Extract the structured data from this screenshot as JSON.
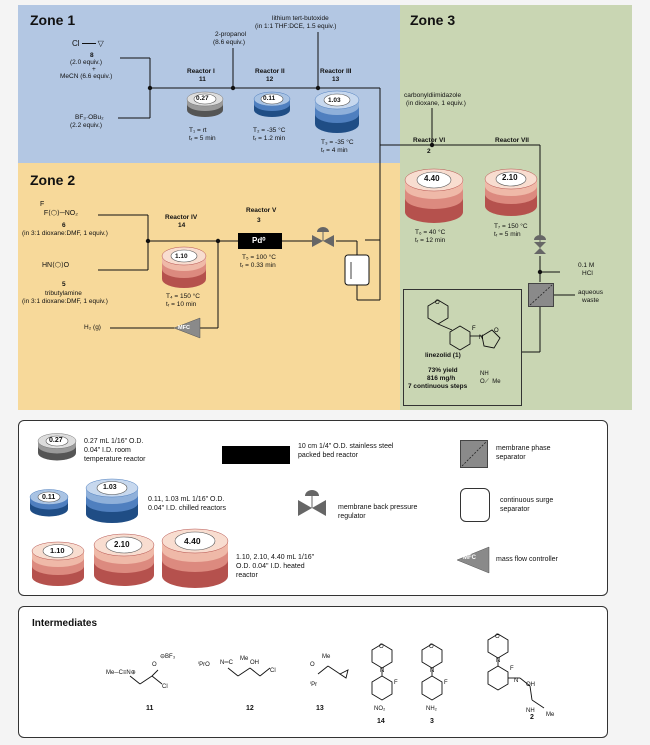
{
  "zones": {
    "zone1": {
      "title": "Zone 1",
      "color": "#b3c7e3"
    },
    "zone2": {
      "title": "Zone 2",
      "color": "#f7d99a"
    },
    "zone3": {
      "title": "Zone 3",
      "color": "#c9d6b3"
    }
  },
  "reagents": {
    "compound8_num": "8",
    "compound8_eq": "(2.0 equiv.)",
    "plus": "+",
    "mecn": "MeCN (6.6 equiv.)",
    "bf3": "BF₃·OBu₂",
    "bf3_eq": "(2.2 equiv.)",
    "propanol": "2-propanol",
    "propanol_eq": "(8.6 equiv.)",
    "tbuoli": "lithium tert-butoxide",
    "tbuoli_eq": "(in 1:1 THF:DCE, 1.5 equiv.)",
    "cdi": "carbonyldiimidazole",
    "cdi_eq": "(in dioxane, 1 equiv.)",
    "compound6_num": "6",
    "compound6_eq": "(in 3:1 dioxane:DMF, 1 equiv.)",
    "compound5_num": "5",
    "tributylamine": "tributylamine",
    "tributylamine_eq": "(in 3:1 dioxane:DMF, 1 equiv.)",
    "h2": "H₂ (g)",
    "hcl": "0.1 M",
    "hcl2": "HCl",
    "aq_waste": "aqueous",
    "aq_waste2": "waste"
  },
  "reactors": {
    "r1": {
      "name": "Reactor I",
      "num": "11",
      "vol": "0.27",
      "cond1": "T₁ = rt",
      "cond2": "tᵣ = 5 min"
    },
    "r2": {
      "name": "Reactor II",
      "num": "12",
      "vol": "0.11",
      "cond1": "T₂ = -35 °C",
      "cond2": "tᵣ = 1.2 min"
    },
    "r3": {
      "name": "Reactor III",
      "num": "13",
      "vol": "1.03",
      "cond1": "T₃ = -35 °C",
      "cond2": "tᵣ = 4 min"
    },
    "r4": {
      "name": "Reactor IV",
      "num": "14",
      "vol": "1.10",
      "cond1": "T₄ = 150 °C",
      "cond2": "tᵣ = 10 min"
    },
    "r5": {
      "name": "Reactor V",
      "num": "3",
      "label": "Pd⁰",
      "cond1": "T₅ = 100 °C",
      "cond2": "tᵣ = 0.33 min"
    },
    "r6": {
      "name": "Reactor VI",
      "num": "2",
      "vol": "4.40",
      "cond1": "T₆ = 40 °C",
      "cond2": "tᵣ = 12 min"
    },
    "r7": {
      "name": "Reactor VII",
      "vol": "2.10",
      "cond1": "T₇ = 150 °C",
      "cond2": "tᵣ = 5 min"
    }
  },
  "mfc": "MFC",
  "product": {
    "name": "linezolid (1)",
    "yield": "73% yield",
    "rate": "816 mg/h",
    "steps": "7 continuous steps"
  },
  "legend": {
    "rt_vol": "0.27",
    "rt_text1": "0.27 mL 1/16\" O.D.",
    "rt_text2": "0.04\" I.D. room",
    "rt_text3": "temperature reactor",
    "chill_vol1": "0.11",
    "chill_vol2": "1.03",
    "chill_text1": "0.11, 1.03 mL 1/16\" O.D.",
    "chill_text2": "0.04\" I.D. chilled reactors",
    "heat_vol1": "1.10",
    "heat_vol2": "2.10",
    "heat_vol3": "4.40",
    "heat_text1": "1.10, 2.10, 4.40 mL 1/16\"",
    "heat_text2": "O.D. 0.04\" I.D. heated",
    "heat_text3": "reactor",
    "pbr_text1": "10 cm 1/4\" O.D. stainless steel",
    "pbr_text2": "packed bed reactor",
    "bpr_text1": "membrane back pressure",
    "bpr_text2": "regulator",
    "mps_text1": "membrane phase",
    "mps_text2": "separator",
    "surge_text1": "continuous surge",
    "surge_text2": "separator",
    "mfc_text": "mass flow controller"
  },
  "intermediates": {
    "title": "Intermediates",
    "labels": [
      "11",
      "12",
      "13",
      "14",
      "3",
      "2"
    ]
  },
  "colors": {
    "gray": "#9a9a9a",
    "blue_dark": "#2b5f9e",
    "blue_mid": "#6f98cc",
    "blue_light": "#a9c3e3",
    "red_dark": "#b5514d",
    "red_mid": "#dc8a7f",
    "red_light": "#efb9a8"
  }
}
